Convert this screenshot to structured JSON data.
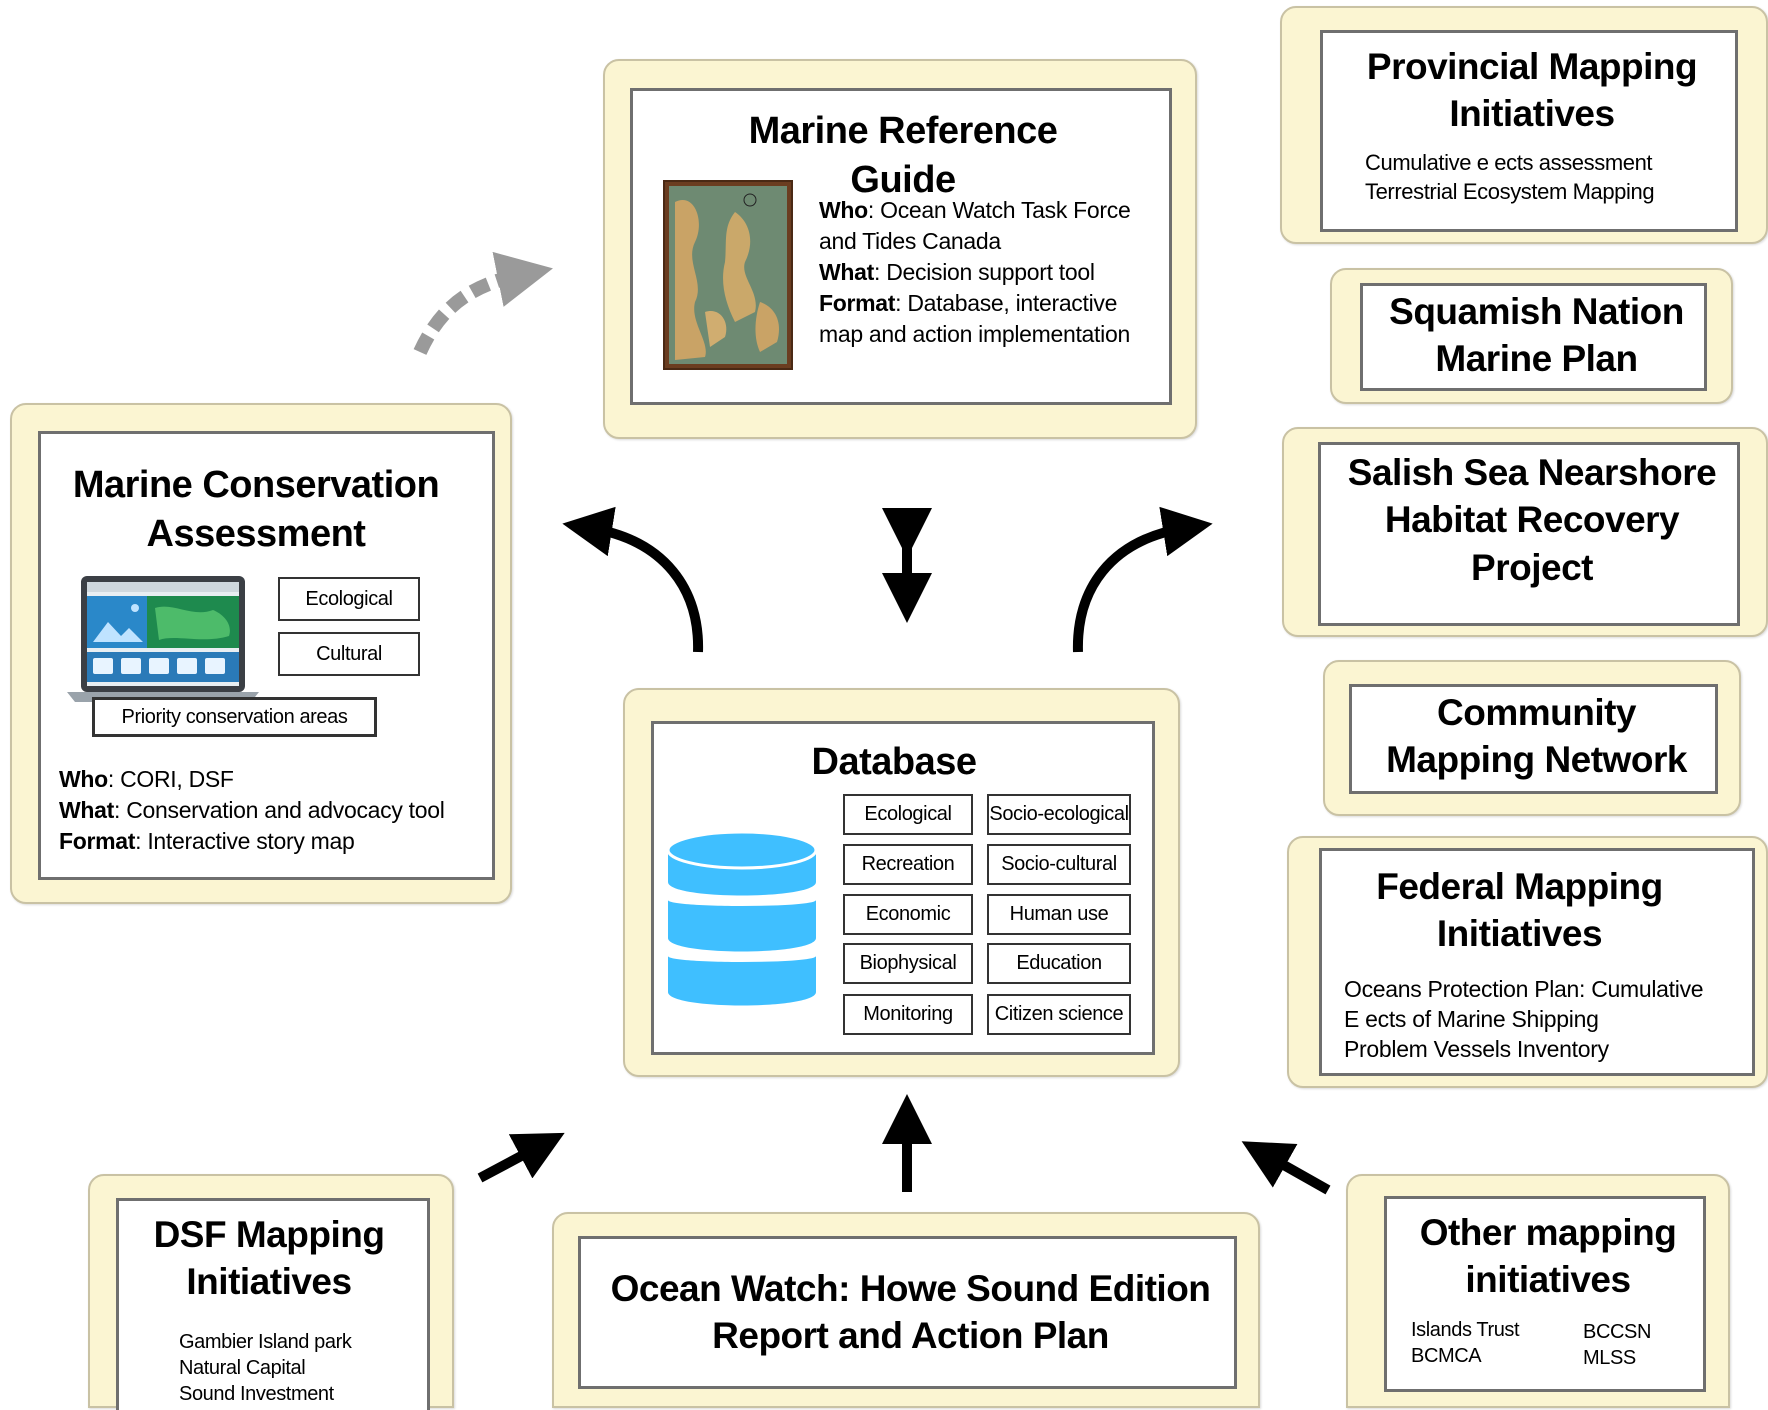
{
  "marine_reference_guide": {
    "title": "Marine Reference\nGuide",
    "who_label": "Who",
    "who": ": Ocean Watch Task Force",
    "who_cont": "and Tides Canada",
    "what_label": "What",
    "what": ": Decision support tool",
    "format_label": "Format",
    "format": ": Database, interactive",
    "format_cont": "map and action implementation"
  },
  "marine_conservation_assessment": {
    "title": "Marine Conservation\nAssessment",
    "tags": [
      "Ecological",
      "Cultural"
    ],
    "priority": "Priority conservation areas",
    "who_label": "Who",
    "who": ": CORI, DSF",
    "what_label": "What",
    "what": ": Conservation and advocacy tool",
    "format_label": "Format",
    "format": ": Interactive story map"
  },
  "database": {
    "title": "Database",
    "categories": [
      "Ecological",
      "Socio-ecological",
      "Recreation",
      "Socio-cultural",
      "Economic",
      "Human use",
      "Biophysical",
      "Education",
      "Monitoring",
      "Citizen science"
    ]
  },
  "provincial": {
    "title": "Provincial Mapping\nInitiatives",
    "items": "Cumulative e  ects assessment\nTerrestrial Ecosystem Mapping"
  },
  "squamish": {
    "title": "Squamish Nation\nMarine Plan"
  },
  "salish": {
    "title": "Salish Sea Nearshore\nHabitat Recovery\nProject"
  },
  "community": {
    "title": "Community\nMapping Network"
  },
  "federal": {
    "title": "Federal Mapping\nInitiatives",
    "items": "Oceans Protection Plan: Cumulative\nE  ects of Marine Shipping\nProblem Vessels Inventory"
  },
  "dsf": {
    "title": "DSF Mapping\nInitiatives",
    "items": "Gambier Island park\nNatural Capital\nSound Investment"
  },
  "ocean_watch": {
    "title": "Ocean Watch: Howe Sound Edition\nReport and Action Plan"
  },
  "other": {
    "title": "Other mapping\ninitiatives",
    "col1": "Islands Trust\nBCMCA",
    "col2": "BCCSN\nMLSS"
  }
}
